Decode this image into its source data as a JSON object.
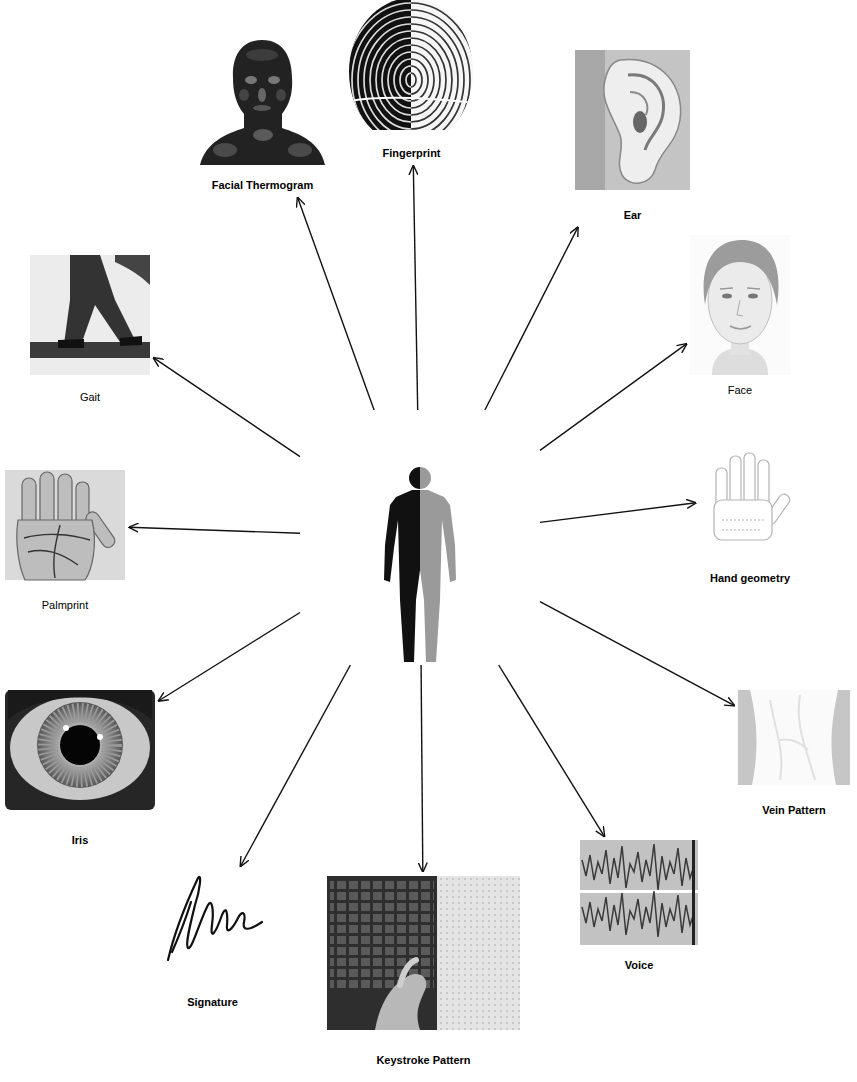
{
  "diagram": {
    "nodes": [
      {
        "text": []
      },
      {
        "text": [
          "Fingerprint"
        ]
      },
      {
        "text": [
          "Ear"
        ]
      },
      {
        "text": [
          "Face"
        ]
      },
      {
        "text": [
          "Hand geometry"
        ]
      },
      {
        "text": [
          "Vein Pattern"
        ]
      },
      {
        "text": [
          "Voice"
        ]
      },
      {
        "text": [
          "Keystroke Pattern"
        ]
      },
      {
        "text": [
          "Signature"
        ]
      },
      {
        "text": [
          "Iris"
        ]
      },
      {
        "text": [
          "Palmprint"
        ]
      },
      {
        "text": [
          "Gait"
        ]
      },
      {
        "text": [
          "Facial Thermogram"
        ]
      }
    ],
    "edges": [
      {
        "from": 0,
        "to": 1,
        "arrow": "to"
      },
      {
        "from": 0,
        "to": 2,
        "arrow": "to"
      },
      {
        "from": 0,
        "to": 3,
        "arrow": "to"
      },
      {
        "from": 0,
        "to": 4,
        "arrow": "to"
      },
      {
        "from": 0,
        "to": 5,
        "arrow": "to"
      },
      {
        "from": 0,
        "to": 6,
        "arrow": "to"
      },
      {
        "from": 0,
        "to": 7,
        "arrow": "to"
      },
      {
        "from": 0,
        "to": 8,
        "arrow": "to"
      },
      {
        "from": 0,
        "to": 9,
        "arrow": "to"
      },
      {
        "from": 0,
        "to": 10,
        "arrow": "to"
      },
      {
        "from": 0,
        "to": 11,
        "arrow": "to"
      },
      {
        "from": 0,
        "to": 12,
        "arrow": "to"
      }
    ]
  }
}
